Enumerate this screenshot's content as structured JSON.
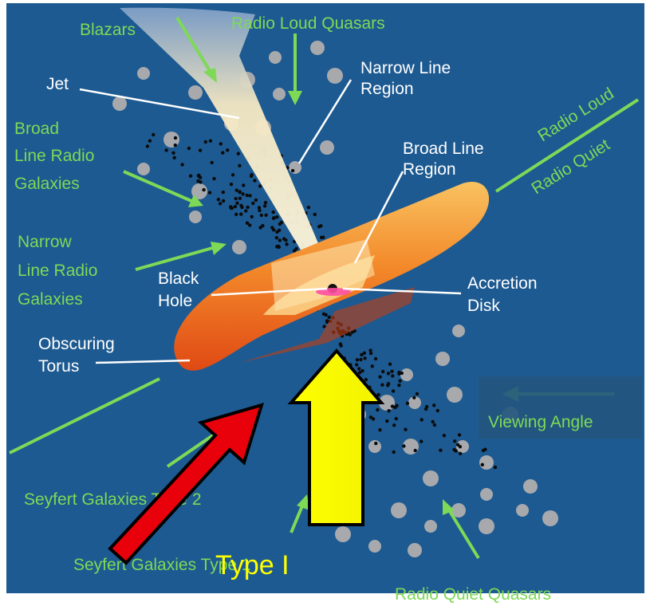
{
  "labels": {
    "blazars": "Blazars",
    "radio_loud_quasars": "Radio Loud Quasars",
    "jet": "Jet",
    "narrow_line_region_1": "Narrow Line",
    "narrow_line_region_2": "Region",
    "broad_line_radio_galaxies_1": "Broad",
    "broad_line_radio_galaxies_2": "Line Radio",
    "broad_line_radio_galaxies_3": "Galaxies",
    "broad_line_region_1": "Broad Line",
    "broad_line_region_2": "Region",
    "radio_loud": "Radio Loud",
    "radio_quiet": "Radio Quiet",
    "narrow_line_radio_galaxies_1": "Narrow",
    "narrow_line_radio_galaxies_2": "Line Radio",
    "narrow_line_radio_galaxies_3": "Galaxies",
    "black_hole_1": "Black",
    "black_hole_2": "Hole",
    "accretion_disk_1": "Accretion",
    "accretion_disk_2": "Disk",
    "obscuring_torus_1": "Obscuring",
    "obscuring_torus_2": "Torus",
    "viewing_angle": "Viewing Angle",
    "seyfert_type2": "Seyfert Galaxies Type 2",
    "seyfert_type1": "Seyfert Galaxies Type 1",
    "radio_quiet_quasars": "Radio Quiet Quasars",
    "type_i_overlay": "Type I"
  },
  "colors": {
    "background": "#1d5a91",
    "green_label": "#7ed957",
    "red_arrow": "#e8000b",
    "yellow_arrow": "#ffff00",
    "torus_outer": "#e0531b",
    "torus_inner": "#f7a637"
  }
}
